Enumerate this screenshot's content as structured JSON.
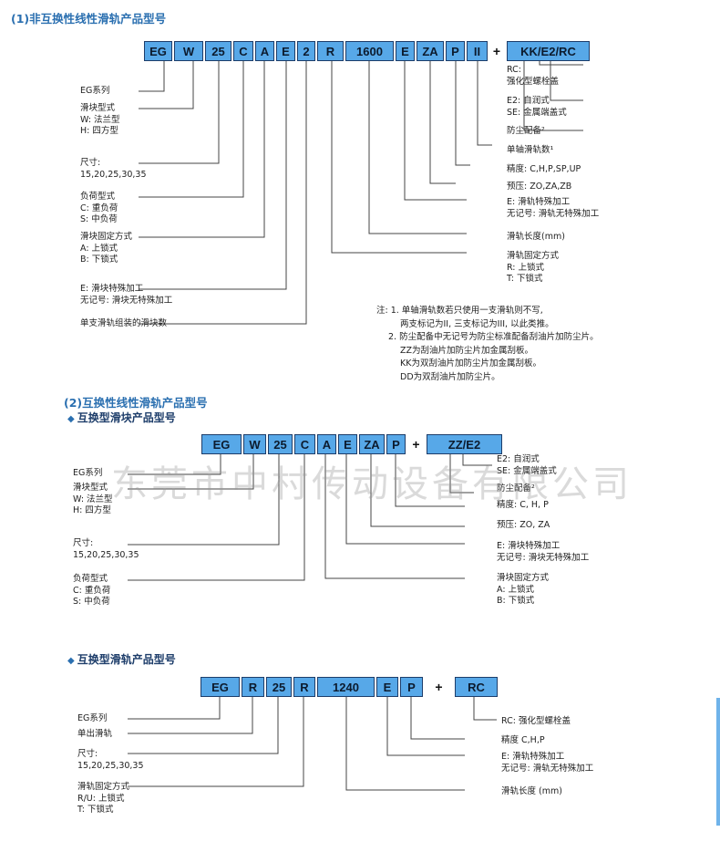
{
  "section1": {
    "title": "(1)非互换性线性滑轨产品型号",
    "codes": [
      "EG",
      "W",
      "25",
      "C",
      "A",
      "E",
      "2",
      "R",
      "1600",
      "E",
      "ZA",
      "P",
      "II",
      "+",
      "KK/E2/RC"
    ],
    "left_labels": [
      [
        "EG系列"
      ],
      [
        "滑块型式",
        "W: 法兰型",
        "H: 四方型"
      ],
      [
        "尺寸:",
        "15,20,25,30,35"
      ],
      [
        "负荷型式",
        "C: 重负荷",
        "S: 中负荷"
      ],
      [
        "滑块固定方式",
        "A: 上锁式",
        "B: 下锁式"
      ],
      [
        "E: 滑块特殊加工",
        "无记号: 滑块无特殊加工"
      ],
      [
        "单支滑轨组装的滑块数"
      ]
    ],
    "right_labels": [
      [
        "RC:",
        "强化型螺栓盖"
      ],
      [
        "E2: 自润式",
        "SE: 金属端盖式"
      ],
      [
        "防尘配备²"
      ],
      [
        "单轴滑轨数¹"
      ],
      [
        "精度: C,H,P,SP,UP"
      ],
      [
        "预压: ZO,ZA,ZB"
      ],
      [
        "E: 滑轨特殊加工",
        "无记号: 滑轨无特殊加工"
      ],
      [
        "滑轨长度(mm)"
      ],
      [
        "滑轨固定方式",
        "R: 上锁式",
        "T: 下锁式"
      ]
    ],
    "notes": [
      "注: 1. 单轴滑轨数若只使用一支滑轨则不写,",
      "两支标记为II, 三支标记为III, 以此类推。",
      "2. 防尘配备中无记号为防尘标准配备刮油片加防尘片。",
      "ZZ为刮油片加防尘片加金属刮板。",
      "KK为双刮油片加防尘片加金属刮板。",
      "DD为双刮油片加防尘片。"
    ]
  },
  "section2": {
    "title": "(2)互换性线性滑轨产品型号",
    "subtitle": "互换型滑块产品型号",
    "codes": [
      "EG",
      "W",
      "25",
      "C",
      "A",
      "E",
      "ZA",
      "P",
      "+",
      "ZZ/E2"
    ],
    "left_labels": [
      [
        "EG系列"
      ],
      [
        "滑块型式",
        "W: 法兰型",
        "H: 四方型"
      ],
      [
        "尺寸:",
        "15,20,25,30,35"
      ],
      [
        "负荷型式",
        "C: 重负荷",
        "S: 中负荷"
      ]
    ],
    "right_labels": [
      [
        "E2: 自润式",
        "SE: 金属端盖式"
      ],
      [
        "防尘配备²"
      ],
      [
        "精度: C, H, P"
      ],
      [
        "预压: ZO, ZA"
      ],
      [
        "E: 滑块特殊加工",
        "无记号: 滑块无特殊加工"
      ],
      [
        "滑块固定方式",
        "A: 上锁式",
        "B: 下锁式"
      ]
    ]
  },
  "section3": {
    "subtitle": "互换型滑轨产品型号",
    "codes": [
      "EG",
      "R",
      "25",
      "R",
      "1240",
      "E",
      "P",
      "+",
      "RC"
    ],
    "left_labels": [
      [
        "EG系列"
      ],
      [
        "单出滑轨"
      ],
      [
        "尺寸:",
        "15,20,25,30,35"
      ],
      [
        "滑轨固定方式",
        "R/U: 上锁式",
        "T: 下锁式"
      ]
    ],
    "right_labels": [
      [
        "RC: 强化型螺栓盖"
      ],
      [
        "精度 C,H,P"
      ],
      [
        "E: 滑轨特殊加工",
        "无记号: 滑轨无特殊加工"
      ],
      [
        "滑轨长度 (mm)"
      ]
    ]
  },
  "watermark": "东莞市中村传动设备有限公司",
  "colors": {
    "box_fill": "#57a8e8",
    "box_border": "#1d3d6a",
    "heading": "#2a6fb0"
  }
}
